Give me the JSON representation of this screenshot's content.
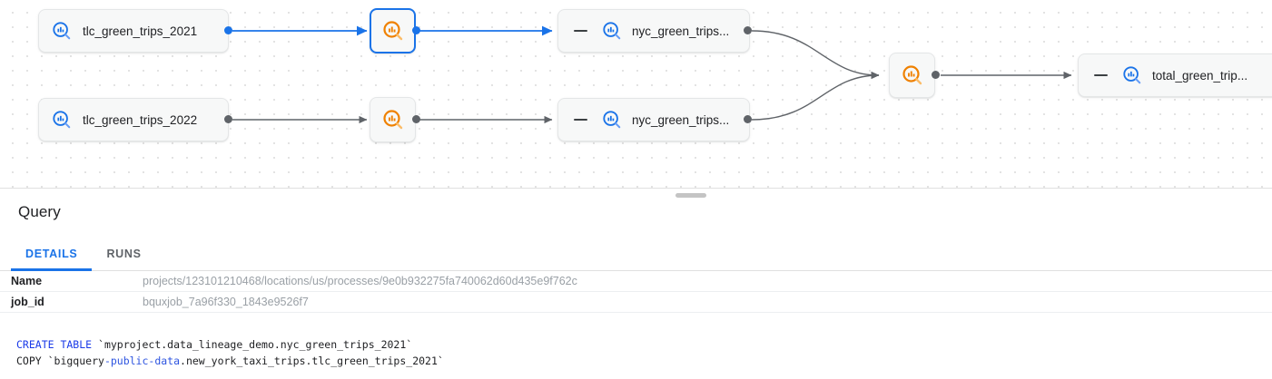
{
  "lineage": {
    "nodes": [
      {
        "id": "n1",
        "label": "tlc_green_trips_2021",
        "icon": "bigquery-table-icon",
        "icon_color": "#1a73e8",
        "selected": false,
        "has_collapse_dash": false
      },
      {
        "id": "n2",
        "label": "tlc_green_trips_2022",
        "icon": "bigquery-table-icon",
        "icon_color": "#1a73e8",
        "selected": false,
        "has_collapse_dash": false
      },
      {
        "id": "n3",
        "label": "",
        "icon": "bigquery-process-icon",
        "icon_color": "#ef8100",
        "selected": true,
        "has_collapse_dash": false
      },
      {
        "id": "n4",
        "label": "",
        "icon": "bigquery-process-icon",
        "icon_color": "#ef8100",
        "selected": false,
        "has_collapse_dash": false
      },
      {
        "id": "n5",
        "label": "nyc_green_trips...",
        "icon": "bigquery-table-icon",
        "icon_color": "#1a73e8",
        "selected": false,
        "has_collapse_dash": true
      },
      {
        "id": "n6",
        "label": "nyc_green_trips...",
        "icon": "bigquery-table-icon",
        "icon_color": "#1a73e8",
        "selected": false,
        "has_collapse_dash": true
      },
      {
        "id": "n7",
        "label": "",
        "icon": "bigquery-process-icon",
        "icon_color": "#ef8100",
        "selected": false,
        "has_collapse_dash": false
      },
      {
        "id": "n8",
        "label": "total_green_trip...",
        "icon": "bigquery-table-icon",
        "icon_color": "#1a73e8",
        "selected": false,
        "has_collapse_dash": true
      }
    ],
    "edge_colors": {
      "highlighted": "#1a73e8",
      "normal": "#5f6368"
    }
  },
  "panel": {
    "title": "Query",
    "tabs": [
      {
        "id": "details",
        "label": "DETAILS",
        "active": true
      },
      {
        "id": "runs",
        "label": "RUNS",
        "active": false
      }
    ],
    "properties": [
      {
        "key": "Name",
        "value": "projects/123101210468/locations/us/processes/9e0b932275fa740062d60d435e9f762c"
      },
      {
        "key": "job_id",
        "value": "bquxjob_7a96f330_1843e9526f7"
      }
    ],
    "sql": {
      "line1": {
        "keyword": "CREATE TABLE",
        "rest": " `myproject.data_lineage_demo.nyc_green_trips_2021`"
      },
      "line2": {
        "prefix": "COPY `bigquery",
        "highlight": "-public-data",
        "suffix": ".new_york_taxi_trips.tlc_green_trips_2021`"
      }
    }
  }
}
